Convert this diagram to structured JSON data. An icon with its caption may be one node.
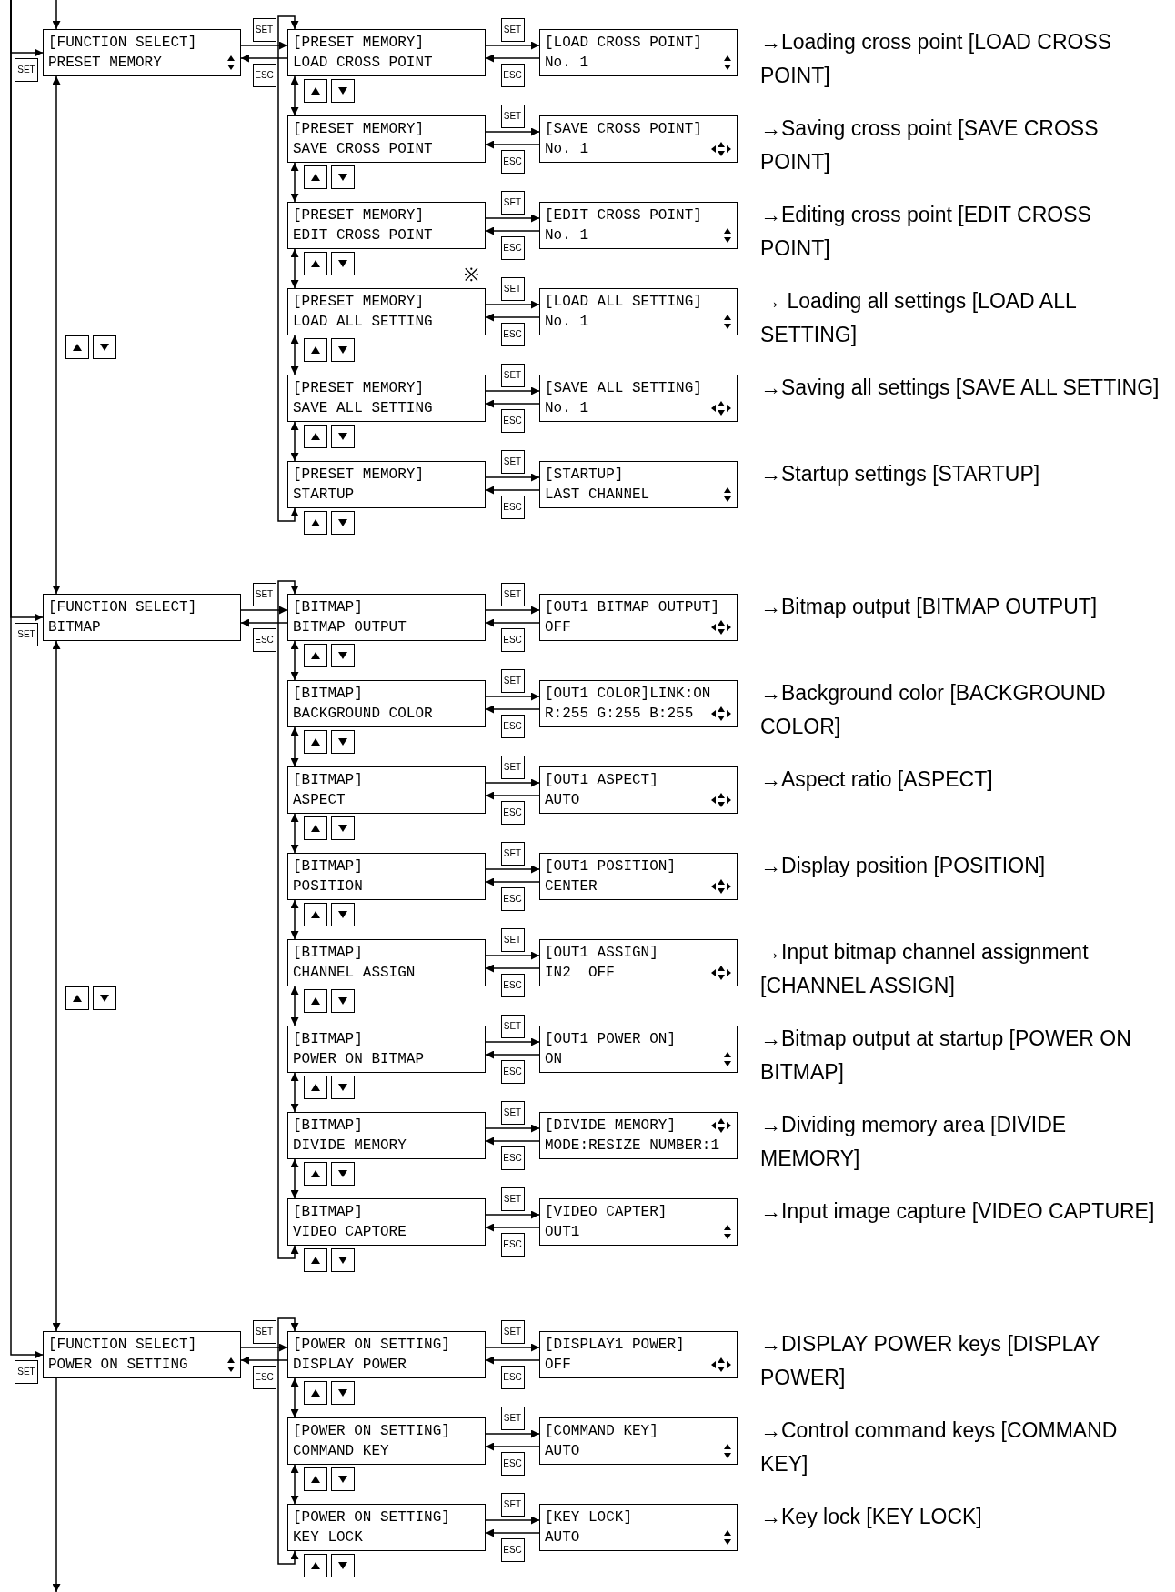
{
  "diagram": {
    "nodes": [
      {
        "text": [
          "[FUNCTION SELECT]",
          "PRESET MEMORY"
        ]
      },
      {
        "text": [
          "[PRESET MEMORY]",
          "LOAD CROSS POINT"
        ]
      },
      {
        "text": [
          "[LOAD CROSS POINT]",
          "No. 1"
        ],
        "beside": [
          "→Loading cross point [LOAD CROSS POINT]"
        ]
      },
      {
        "text": [
          "[PRESET MEMORY]",
          "SAVE CROSS POINT"
        ]
      },
      {
        "text": [
          "[SAVE CROSS POINT]",
          "No. 1"
        ],
        "beside": [
          "→Saving cross point [SAVE CROSS POINT]"
        ]
      },
      {
        "text": [
          "[PRESET MEMORY]",
          "EDIT CROSS POINT"
        ]
      },
      {
        "text": [
          "[EDIT CROSS POINT]",
          "No. 1"
        ],
        "beside": [
          "→Editing cross point [EDIT CROSS POINT]"
        ]
      },
      {
        "text": [
          "[PRESET MEMORY]",
          "LOAD ALL SETTING"
        ]
      },
      {
        "text": [
          "[LOAD ALL SETTING]",
          "No. 1"
        ],
        "beside": [
          "→ Loading all settings [LOAD ALL SETTING]"
        ]
      },
      {
        "text": [
          "[PRESET MEMORY]",
          "SAVE ALL SETTING"
        ]
      },
      {
        "text": [
          "[SAVE ALL SETTING]",
          "No. 1"
        ],
        "beside": [
          "→Saving all settings [SAVE ALL SETTING]"
        ]
      },
      {
        "text": [
          "[PRESET MEMORY]",
          "STARTUP"
        ]
      },
      {
        "text": [
          "[STARTUP]",
          "LAST CHANNEL"
        ],
        "beside": [
          "→Startup settings [STARTUP]"
        ]
      },
      {
        "text": [
          "[FUNCTION SELECT]",
          "BITMAP"
        ]
      },
      {
        "text": [
          "[BITMAP]",
          "BITMAP OUTPUT"
        ]
      },
      {
        "text": [
          "[OUT1 BITMAP OUTPUT]",
          "OFF"
        ],
        "beside": [
          "→Bitmap output [BITMAP OUTPUT]"
        ]
      },
      {
        "text": [
          "[BITMAP]",
          "BACKGROUND COLOR"
        ]
      },
      {
        "text": [
          "[OUT1 COLOR]LINK:ON",
          "R:255 G:255 B:255"
        ],
        "beside": [
          "→Background color [BACKGROUND COLOR]"
        ]
      },
      {
        "text": [
          "[BITMAP]",
          "ASPECT"
        ]
      },
      {
        "text": [
          "[OUT1 ASPECT]",
          "AUTO"
        ],
        "beside": [
          "→Aspect ratio [ASPECT]"
        ]
      },
      {
        "text": [
          "[BITMAP]",
          "POSITION"
        ]
      },
      {
        "text": [
          "[OUT1 POSITION]",
          "CENTER"
        ],
        "beside": [
          "→Display position [POSITION]"
        ]
      },
      {
        "text": [
          "[BITMAP]",
          "CHANNEL ASSIGN"
        ]
      },
      {
        "text": [
          "[OUT1 ASSIGN]",
          "IN2  OFF"
        ],
        "beside": [
          "→Input bitmap channel assignment [CHANNEL ASSIGN]"
        ]
      },
      {
        "text": [
          "[BITMAP]",
          "POWER ON BITMAP"
        ]
      },
      {
        "text": [
          "[OUT1 POWER ON]",
          "ON"
        ],
        "beside": [
          "→Bitmap output at startup [POWER ON BITMAP]"
        ]
      },
      {
        "text": [
          "[BITMAP]",
          "DIVIDE MEMORY"
        ]
      },
      {
        "text": [
          "[DIVIDE MEMORY]",
          "MODE:RESIZE NUMBER:1"
        ],
        "beside": [
          "→Dividing memory area [DIVIDE MEMORY]"
        ]
      },
      {
        "text": [
          "[BITMAP]",
          "VIDEO CAPTORE"
        ]
      },
      {
        "text": [
          "[VIDEO CAPTER]",
          "OUT1"
        ],
        "beside": [
          "→Input image capture [VIDEO CAPTURE]"
        ]
      },
      {
        "text": [
          "[FUNCTION SELECT]",
          "POWER ON SETTING"
        ]
      },
      {
        "text": [
          "[POWER ON SETTING]",
          "DISPLAY POWER"
        ]
      },
      {
        "text": [
          "[DISPLAY1 POWER]",
          "OFF"
        ],
        "beside": [
          "→DISPLAY POWER keys [DISPLAY POWER]"
        ]
      },
      {
        "text": [
          "[POWER ON SETTING]",
          "COMMAND KEY"
        ]
      },
      {
        "text": [
          "[COMMAND KEY]",
          "AUTO"
        ],
        "beside": [
          "→Control command keys [COMMAND KEY]"
        ]
      },
      {
        "text": [
          "[POWER ON SETTING]",
          "KEY LOCK"
        ]
      },
      {
        "text": [
          "[KEY LOCK]",
          "AUTO"
        ],
        "beside": [
          "→Key lock [KEY LOCK]"
        ]
      }
    ],
    "edges": [
      {
        "from": null,
        "to": 0,
        "arrow": "to",
        "label": "SET"
      },
      {
        "from": null,
        "to": 0,
        "arrow": "to"
      },
      {
        "from": 0,
        "to": 1,
        "arrow": "to",
        "label": "SET"
      },
      {
        "from": 1,
        "to": 0,
        "arrow": "to",
        "label": "ESC"
      },
      {
        "from": 1,
        "to": 2,
        "arrow": "to",
        "label": "SET"
      },
      {
        "from": 2,
        "to": 1,
        "arrow": "to",
        "label": "ESC"
      },
      {
        "from": 1,
        "to": 3,
        "arrow": "both"
      },
      {
        "from": 3,
        "to": 4,
        "arrow": "to",
        "label": "SET"
      },
      {
        "from": 4,
        "to": 3,
        "arrow": "to",
        "label": "ESC"
      },
      {
        "from": 3,
        "to": 5,
        "arrow": "both"
      },
      {
        "from": 5,
        "to": 6,
        "arrow": "to",
        "label": "SET"
      },
      {
        "from": 6,
        "to": 5,
        "arrow": "to",
        "label": "ESC"
      },
      {
        "from": 5,
        "to": 7,
        "arrow": "both"
      },
      {
        "from": 7,
        "to": 8,
        "arrow": "to",
        "label": "SET"
      },
      {
        "from": 8,
        "to": 7,
        "arrow": "to",
        "label": "ESC"
      },
      {
        "from": 7,
        "to": 9,
        "arrow": "both"
      },
      {
        "from": 9,
        "to": 10,
        "arrow": "to",
        "label": "SET"
      },
      {
        "from": 10,
        "to": 9,
        "arrow": "to",
        "label": "ESC"
      },
      {
        "from": 9,
        "to": 11,
        "arrow": "both"
      },
      {
        "from": 11,
        "to": 12,
        "arrow": "to",
        "label": "SET"
      },
      {
        "from": 12,
        "to": 11,
        "arrow": "to",
        "label": "ESC"
      },
      {
        "from": 11,
        "to": 1,
        "arrow": "both"
      },
      {
        "from": 0,
        "to": 13,
        "arrow": "both"
      },
      {
        "from": null,
        "to": 13,
        "arrow": "to",
        "label": "SET"
      },
      {
        "from": 13,
        "to": 14,
        "arrow": "to",
        "label": "SET"
      },
      {
        "from": 14,
        "to": 13,
        "arrow": "to",
        "label": "ESC"
      },
      {
        "from": 14,
        "to": 15,
        "arrow": "to",
        "label": "SET"
      },
      {
        "from": 15,
        "to": 14,
        "arrow": "to",
        "label": "ESC"
      },
      {
        "from": 14,
        "to": 16,
        "arrow": "both"
      },
      {
        "from": 16,
        "to": 17,
        "arrow": "to",
        "label": "SET"
      },
      {
        "from": 17,
        "to": 16,
        "arrow": "to",
        "label": "ESC"
      },
      {
        "from": 16,
        "to": 18,
        "arrow": "both"
      },
      {
        "from": 18,
        "to": 19,
        "arrow": "to",
        "label": "SET"
      },
      {
        "from": 19,
        "to": 18,
        "arrow": "to",
        "label": "ESC"
      },
      {
        "from": 18,
        "to": 20,
        "arrow": "both"
      },
      {
        "from": 20,
        "to": 21,
        "arrow": "to",
        "label": "SET"
      },
      {
        "from": 21,
        "to": 20,
        "arrow": "to",
        "label": "ESC"
      },
      {
        "from": 20,
        "to": 22,
        "arrow": "both"
      },
      {
        "from": 22,
        "to": 23,
        "arrow": "to",
        "label": "SET"
      },
      {
        "from": 23,
        "to": 22,
        "arrow": "to",
        "label": "ESC"
      },
      {
        "from": 22,
        "to": 24,
        "arrow": "both"
      },
      {
        "from": 24,
        "to": 25,
        "arrow": "to",
        "label": "SET"
      },
      {
        "from": 25,
        "to": 24,
        "arrow": "to",
        "label": "ESC"
      },
      {
        "from": 24,
        "to": 26,
        "arrow": "both"
      },
      {
        "from": 26,
        "to": 27,
        "arrow": "to",
        "label": "SET"
      },
      {
        "from": 27,
        "to": 26,
        "arrow": "to",
        "label": "ESC"
      },
      {
        "from": 26,
        "to": 28,
        "arrow": "both"
      },
      {
        "from": 28,
        "to": 29,
        "arrow": "to",
        "label": "SET"
      },
      {
        "from": 29,
        "to": 28,
        "arrow": "to",
        "label": "ESC"
      },
      {
        "from": 28,
        "to": 14,
        "arrow": "both"
      },
      {
        "from": 13,
        "to": 30,
        "arrow": "both"
      },
      {
        "from": null,
        "to": 30,
        "arrow": "to",
        "label": "SET"
      },
      {
        "from": 30,
        "to": 31,
        "arrow": "to",
        "label": "SET"
      },
      {
        "from": 31,
        "to": 30,
        "arrow": "to",
        "label": "ESC"
      },
      {
        "from": 31,
        "to": 32,
        "arrow": "to",
        "label": "SET"
      },
      {
        "from": 32,
        "to": 31,
        "arrow": "to",
        "label": "ESC"
      },
      {
        "from": 31,
        "to": 33,
        "arrow": "both"
      },
      {
        "from": 33,
        "to": 34,
        "arrow": "to",
        "label": "SET"
      },
      {
        "from": 34,
        "to": 33,
        "arrow": "to",
        "label": "ESC"
      },
      {
        "from": 33,
        "to": 35,
        "arrow": "both"
      },
      {
        "from": 35,
        "to": 36,
        "arrow": "to",
        "label": "SET"
      },
      {
        "from": 36,
        "to": 35,
        "arrow": "to",
        "label": "ESC"
      },
      {
        "from": 35,
        "to": 31,
        "arrow": "both"
      },
      {
        "from": 30,
        "to": null,
        "arrow": "to"
      }
    ],
    "labels": [
      "※"
    ]
  }
}
